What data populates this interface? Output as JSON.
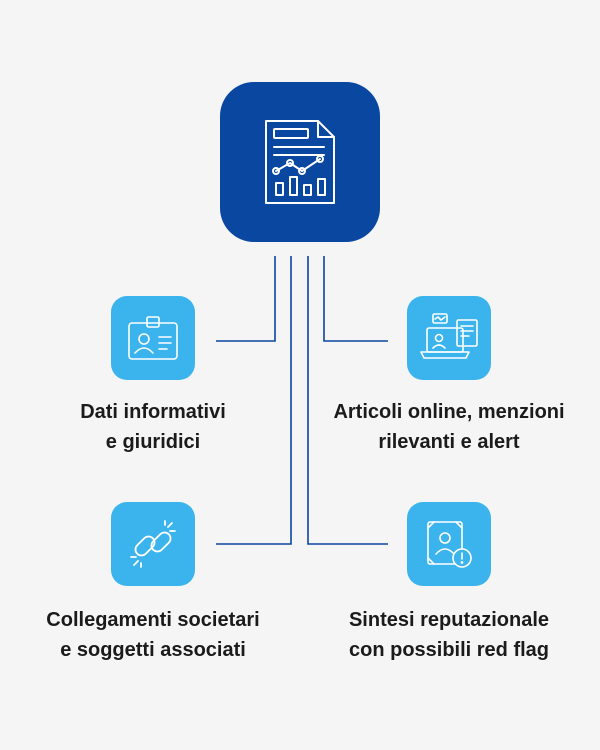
{
  "colors": {
    "background": "#f5f5f5",
    "hub": "#0a47a0",
    "tile": "#3bb4ee",
    "connector": "#0a47a0",
    "text": "#1b1b1b"
  },
  "hub": {
    "icon": "report-chart-icon"
  },
  "items": [
    {
      "icon": "id-badge-icon",
      "line1": "Dati informativi",
      "line2": "e giuridici"
    },
    {
      "icon": "laptop-news-icon",
      "line1": "Articoli online, menzioni",
      "line2": "rilevanti e alert"
    },
    {
      "icon": "chain-link-icon",
      "line1": "Collegamenti societari",
      "line2": "e soggetti associati"
    },
    {
      "icon": "profile-alert-icon",
      "line1": "Sintesi reputazionale",
      "line2": "con possibili red flag"
    }
  ]
}
